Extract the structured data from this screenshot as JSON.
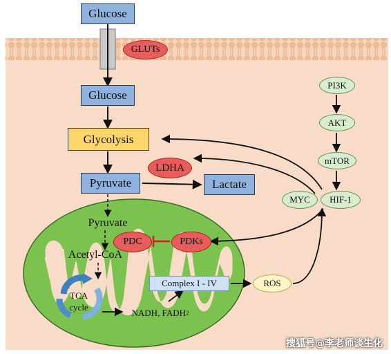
{
  "nodes": {
    "glucose_outside": "Glucose",
    "gluts": "GLUTs",
    "glucose_inside": "Glucose",
    "glycolysis": "Glycolysis",
    "pyruvate_cyto": "Pyruvate",
    "lactate": "Lactate",
    "ldha": "LDHA",
    "pyruvate_mito": "Pyruvate",
    "pdc": "PDC",
    "pdks": "PDKs",
    "acetyl_coa": "Acetyl-CoA",
    "tca_line1": "TCA",
    "tca_line2": "cycle",
    "nadh": "NADH, FADH",
    "nadh_sub": "2",
    "complex": "Complex I - IV",
    "ros": "ROS",
    "pi3k": "PI3K",
    "akt": "AKT",
    "mtor": "mTOR",
    "hif1": "HIF-1",
    "myc": "MYC"
  },
  "watermark": "搜狐号@李老师谈生化",
  "colors": {
    "cytoplasm": "#f8dcc8",
    "membrane": "#f4c9a8",
    "mito_fill": "#7cc24f",
    "node_blue": "#8fb3de",
    "node_red": "#e85c5c",
    "node_green": "#d8ecce",
    "glycolysis_box": "#fdd66b"
  }
}
